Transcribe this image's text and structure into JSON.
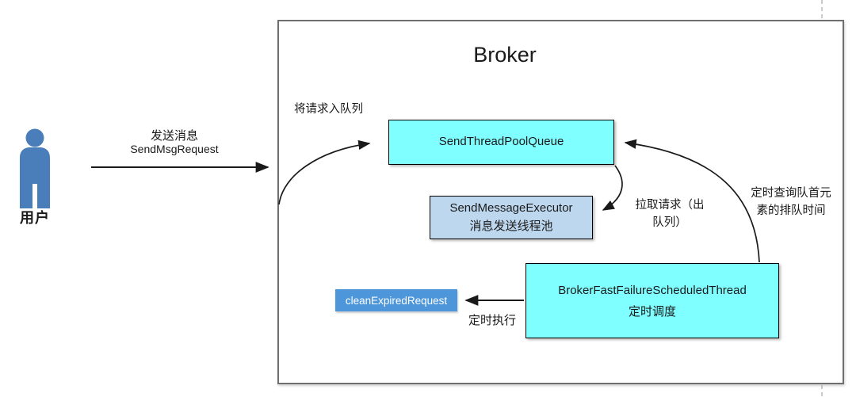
{
  "user": {
    "label": "用户",
    "icon_color": "#4A7EBA"
  },
  "request_arrow": {
    "label": "发送消息",
    "sublabel": "SendMsgRequest"
  },
  "broker": {
    "title": "Broker"
  },
  "boxes": {
    "queue": {
      "label": "SendThreadPoolQueue",
      "fill": "#7FFFFF"
    },
    "executor": {
      "line1": "SendMessageExecutor",
      "line2": "消息发送线程池",
      "fill": "#BDD7EE"
    },
    "scheduler": {
      "line1": "BrokerFastFailureScheduledThread",
      "line2": "定时调度",
      "fill": "#7FFFFF"
    },
    "clean": {
      "label": "cleanExpiredRequest",
      "fill": "#4D96DA"
    }
  },
  "labels": {
    "enqueue": "将请求入队列",
    "pull_line1": "拉取请求（出",
    "pull_line2": "队列）",
    "poll_line1": "定时查询队首元",
    "poll_line2": "素的排队时间",
    "timer": "定时执行"
  },
  "colors": {
    "arrow": "#1a1a1a",
    "broker_border": "#6f6f6f",
    "page_break_dash": "#a6a6a6"
  }
}
